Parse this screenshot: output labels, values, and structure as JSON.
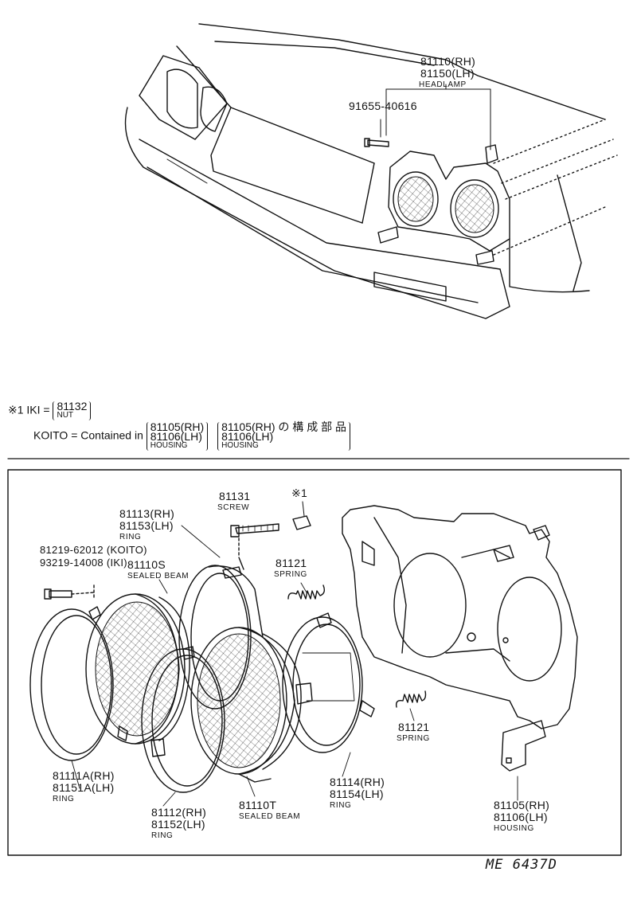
{
  "top": {
    "headlamp_rh": "81110(RH)",
    "headlamp_lh": "81150(LH)",
    "headlamp_name": "HEADLAMP",
    "bolt": "91655-40616"
  },
  "notes": {
    "iki_mark": "※1 IKI =",
    "iki_part": "81132",
    "iki_name": "NUT",
    "koito_prefix": "KOITO = Contained in",
    "koito_rh": "81105(RH)",
    "koito_lh": "81106(LH)",
    "koito_name": "HOUSING",
    "jp_rh": "81105(RH) の 構 成 部 品",
    "jp_lh": "81106(LH)",
    "jp_name": "HOUSING"
  },
  "parts": {
    "screw_no": "81131",
    "screw_name": "SCREW",
    "nut_mark": "※1",
    "ring_a_rh": "81113(RH)",
    "ring_a_lh": "81153(LH)",
    "ring_a_name": "RING",
    "koito_screw": "81219-62012 (KOITO)",
    "iki_screw": "93219-14008 (IKI)",
    "beam_s_no": "81110S",
    "beam_s_name": "SEALED BEAM",
    "spring_top_no": "81121",
    "spring_top_name": "SPRING",
    "spring_mid_no": "81121",
    "spring_mid_name": "SPRING",
    "ring_b_rh": "81111A(RH)",
    "ring_b_lh": "81151A(LH)",
    "ring_b_name": "RING",
    "ring_c_rh": "81112(RH)",
    "ring_c_lh": "81152(LH)",
    "ring_c_name": "RING",
    "beam_t_no": "81110T",
    "beam_t_name": "SEALED BEAM",
    "ring_d_rh": "81114(RH)",
    "ring_d_lh": "81154(LH)",
    "ring_d_name": "RING",
    "housing_rh": "81105(RH)",
    "housing_lh": "81106(LH)",
    "housing_name": "HOUSING"
  },
  "footer": {
    "code": "ME 6437D"
  }
}
